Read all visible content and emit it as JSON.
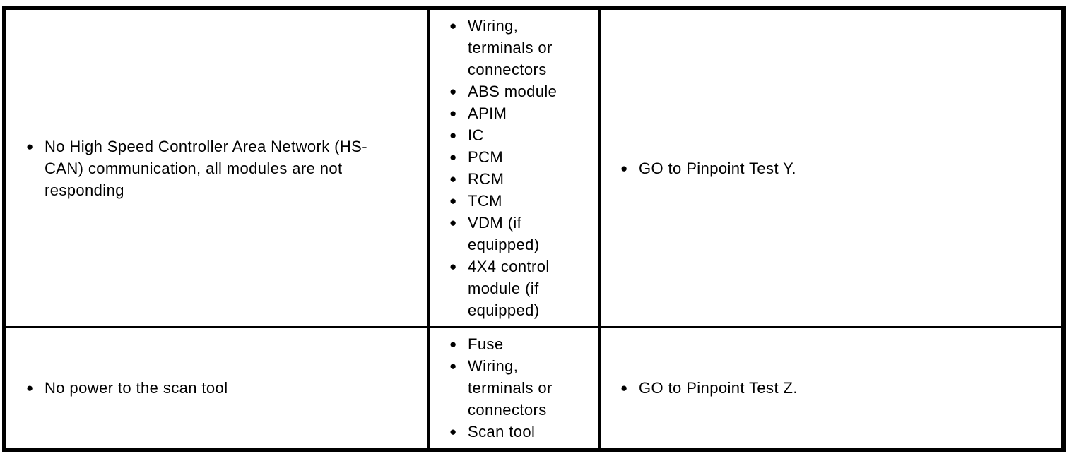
{
  "icons": {
    "bullet": "●"
  },
  "colors": {
    "background": "#ffffff",
    "border": "#000000",
    "text": "#000000"
  },
  "table": {
    "rows": [
      {
        "symptoms": [
          "No High Speed Controller Area Network (HS-CAN) communication, all modules are not responding"
        ],
        "possible_sources": [
          "Wiring, terminals or connectors",
          "ABS module",
          "APIM",
          "IC",
          "PCM",
          "RCM",
          "TCM",
          "VDM (if equipped)",
          "4X4 control module (if equipped)"
        ],
        "actions": [
          "GO to Pinpoint Test Y."
        ]
      },
      {
        "symptoms": [
          "No power to the scan tool"
        ],
        "possible_sources": [
          "Fuse",
          "Wiring, terminals or connectors",
          "Scan tool"
        ],
        "actions": [
          "GO to Pinpoint Test Z."
        ]
      }
    ]
  }
}
